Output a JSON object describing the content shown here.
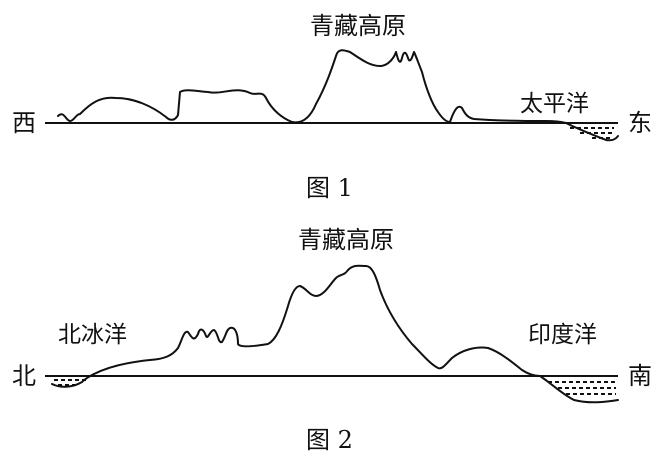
{
  "figure1": {
    "title": "青藏高原",
    "left_direction": "西",
    "right_direction": "东",
    "ocean_label": "太平洋",
    "caption": "图 1"
  },
  "figure2": {
    "title": "青藏高原",
    "left_direction": "北",
    "right_direction": "南",
    "left_ocean_label": "北冰洋",
    "right_ocean_label": "印度洋",
    "caption": "图 2"
  }
}
